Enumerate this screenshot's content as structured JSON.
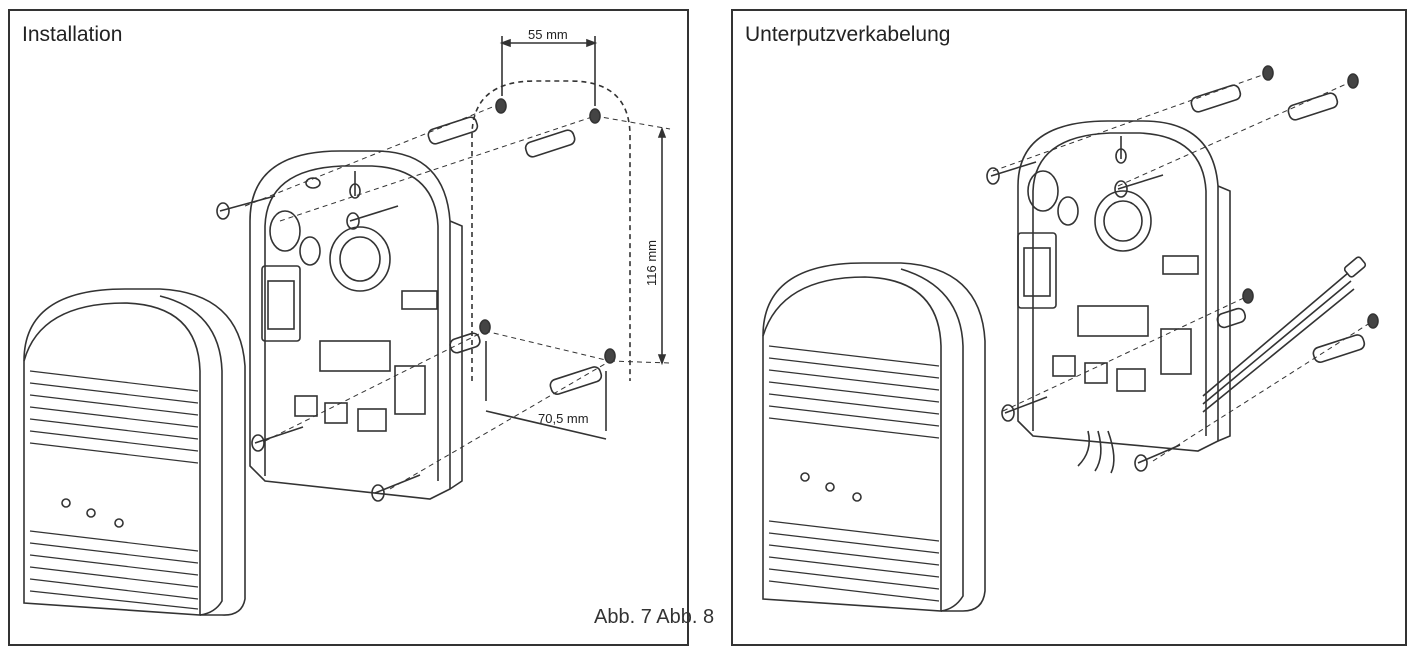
{
  "panels": {
    "left": {
      "title": "Installation",
      "dimensions": {
        "hole_distance_top": "55 mm",
        "hole_distance_vertical": "116 mm",
        "hole_distance_bottom": "70,5 mm"
      }
    },
    "right": {
      "title": "Unterputzverkabelung"
    }
  },
  "caption": {
    "fig_left": "Abb. 7",
    "fig_right": "Abb. 8"
  },
  "colors": {
    "line": "#333333",
    "shade": "#888888",
    "light": "#cccccc"
  }
}
